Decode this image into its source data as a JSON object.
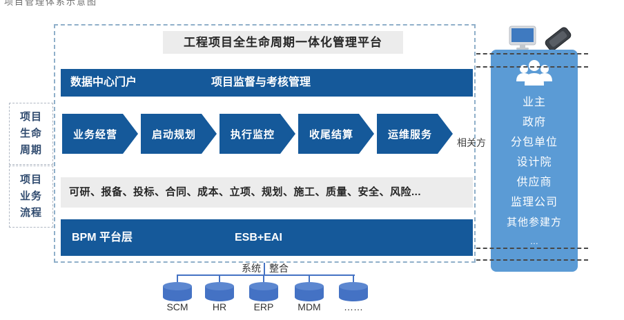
{
  "caption": "项目管理体系示意图",
  "colors": {
    "bar_blue": "#15599A",
    "panel_blue": "#5B9BD5",
    "cylinder_blue": "#4472C4",
    "light_gray": "#ECECEC"
  },
  "platform": {
    "title": "工程项目全生命周期一体化管理平台",
    "top_bar": {
      "left": "数据中心门户",
      "right": "项目监督与考核管理"
    },
    "lifecycle_label": "项目\n生命\n周期",
    "lifecycle_stages": [
      "业务经营",
      "启动规划",
      "执行监控",
      "收尾结算",
      "运维服务"
    ],
    "process_label": "项目\n业务\n流程",
    "process_row": "可研、报备、投标、合同、成本、立项、规划、施工、质量、安全、风险...",
    "bpm_bar": {
      "left": "BPM  平台层",
      "right": "ESB+EAI"
    }
  },
  "stakeholders": {
    "label": "相关方",
    "items": [
      "业主",
      "政府",
      "分包单位",
      "设计院",
      "供应商",
      "监理公司",
      "其他参建方",
      "..."
    ]
  },
  "integration": {
    "label_left": "系统",
    "label_right": "整合",
    "systems": [
      "SCM",
      "HR",
      "ERP",
      "MDM",
      "……"
    ]
  }
}
